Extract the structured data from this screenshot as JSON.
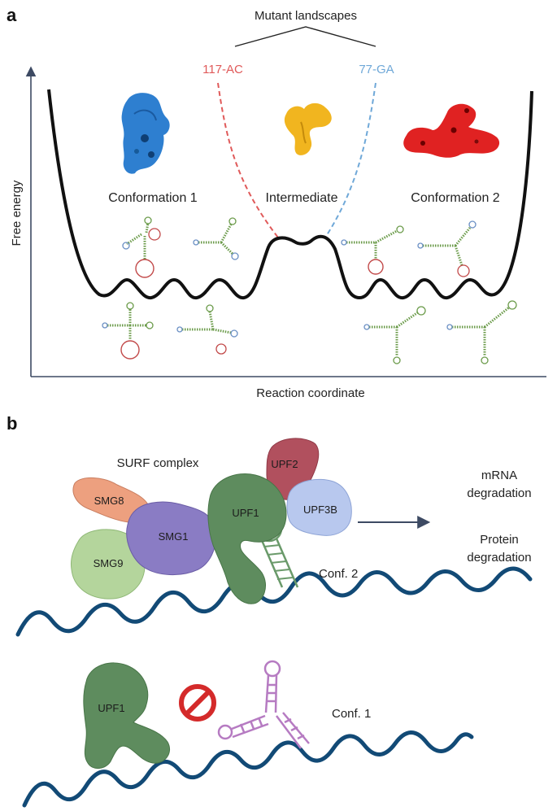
{
  "panel_a": {
    "letter": "a",
    "header": "Mutant landscapes",
    "mutant_left": "117-AC",
    "mutant_right": "77-GA",
    "y_axis_label": "Free energy",
    "x_axis_label": "Reaction coordinate",
    "state_left": "Conformation 1",
    "state_mid": "Intermediate",
    "state_right": "Conformation 2",
    "colors": {
      "mutant_left": "#e05a5a",
      "mutant_right": "#6fa8d8",
      "conf1": "#2e7fd0",
      "intermediate": "#f1b51f",
      "conf2": "#e02222",
      "axis": "#3d4a63"
    }
  },
  "panel_b": {
    "letter": "b",
    "complex_label": "SURF complex",
    "proteins": {
      "smg8": "SMG8",
      "smg1": "SMG1",
      "smg9": "SMG9",
      "upf1": "UPF1",
      "upf2": "UPF2",
      "upf3b": "UPF3B",
      "upf1_lower": "UPF1"
    },
    "outcome_1": [
      "mRNA",
      "degradation"
    ],
    "outcome_2": [
      "Protein",
      "degradation"
    ],
    "conf2_label": "Conf. 2",
    "conf1_label": "Conf. 1",
    "colors": {
      "rna": "#124a76",
      "smg8": "#eda07f",
      "smg1": "#8a7cc4",
      "smg9": "#b4d59c",
      "upf1": "#5e8c5e",
      "upf2": "#b1505e",
      "upf3b": "#b8c8ee",
      "stop": "#d42a2a",
      "hairpin_green": "#6a9a6a",
      "hairpin_purple": "#b67bc2"
    }
  }
}
